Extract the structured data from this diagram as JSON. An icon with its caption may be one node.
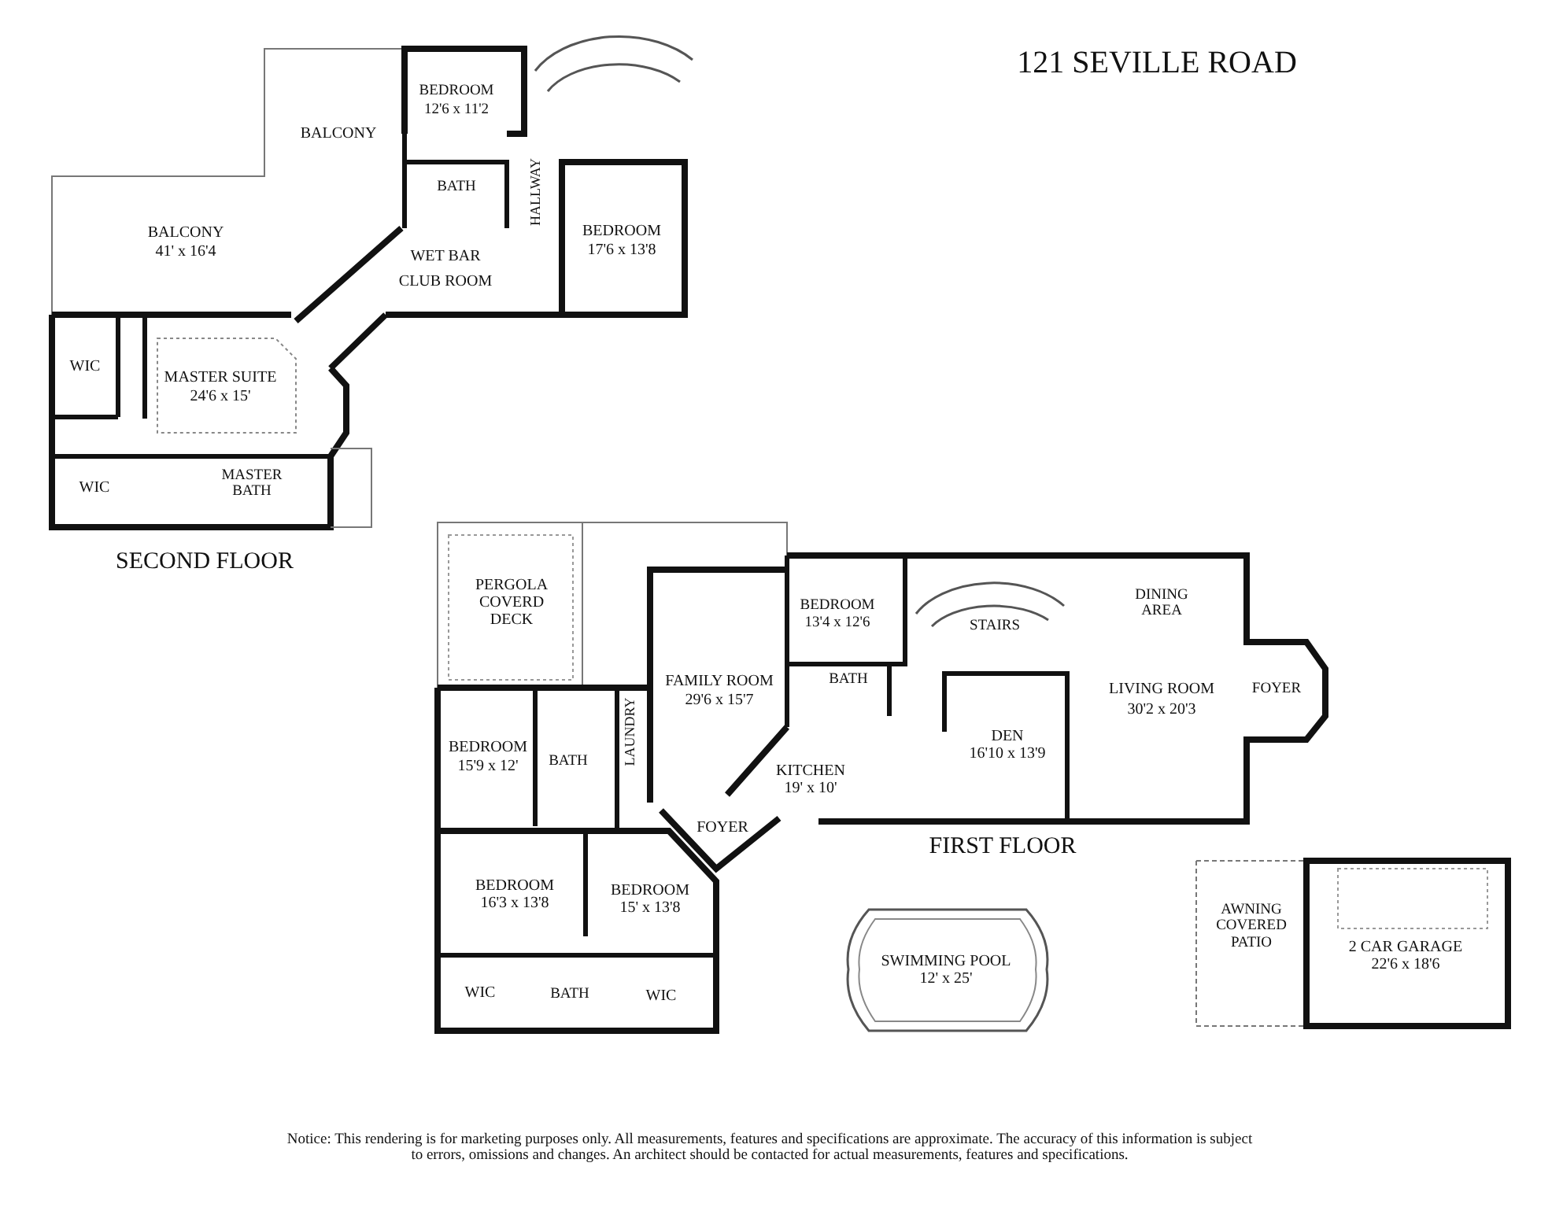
{
  "diagram": {
    "title": "121 SEVILLE ROAD",
    "caption": "Notice: This rendering is for marketing purposes only. All measurements, features and specifications are approximate. The accuracy of this information is subject to errors, omissions and changes. An architect should be contacted for actual measurements, features and specifications.",
    "labels": [
      "BEDROOM",
      "12'6 x 11'2",
      "BALCONY",
      "BATH",
      "HALLWAY",
      "BEDROOM",
      "17'6 x 13'8",
      "BALCONY",
      "41' x 16'4",
      "WET BAR",
      "CLUB ROOM",
      "WIC",
      "MASTER SUITE",
      "24'6 x 15'",
      "MASTER BATH",
      "WIC",
      "SECOND FLOOR",
      "PERGOLA COVERD DECK",
      "BEDROOM",
      "13'4 x 12'6",
      "DINING AREA",
      "STAIRS",
      "BATH",
      "FAMILY ROOM",
      "29'6 x 15'7",
      "LIVING ROOM",
      "30'2 x 20'3",
      "FOYER",
      "LAUNDRY",
      "DEN",
      "16'10 x 13'9",
      "BEDROOM",
      "15'9 x 12'",
      "BATH",
      "KITCHEN",
      "19' x 10'",
      "FOYER",
      "FIRST FLOOR",
      "BEDROOM",
      "16'3 x 13'8",
      "BEDROOM",
      "15' x 13'8",
      "AWNING COVERED PATIO",
      "2 CAR GARAGE",
      "22'6 x 18'6",
      "SWIMMING POOL",
      "12' x 25'",
      "WIC",
      "BATH",
      "WIC"
    ]
  }
}
